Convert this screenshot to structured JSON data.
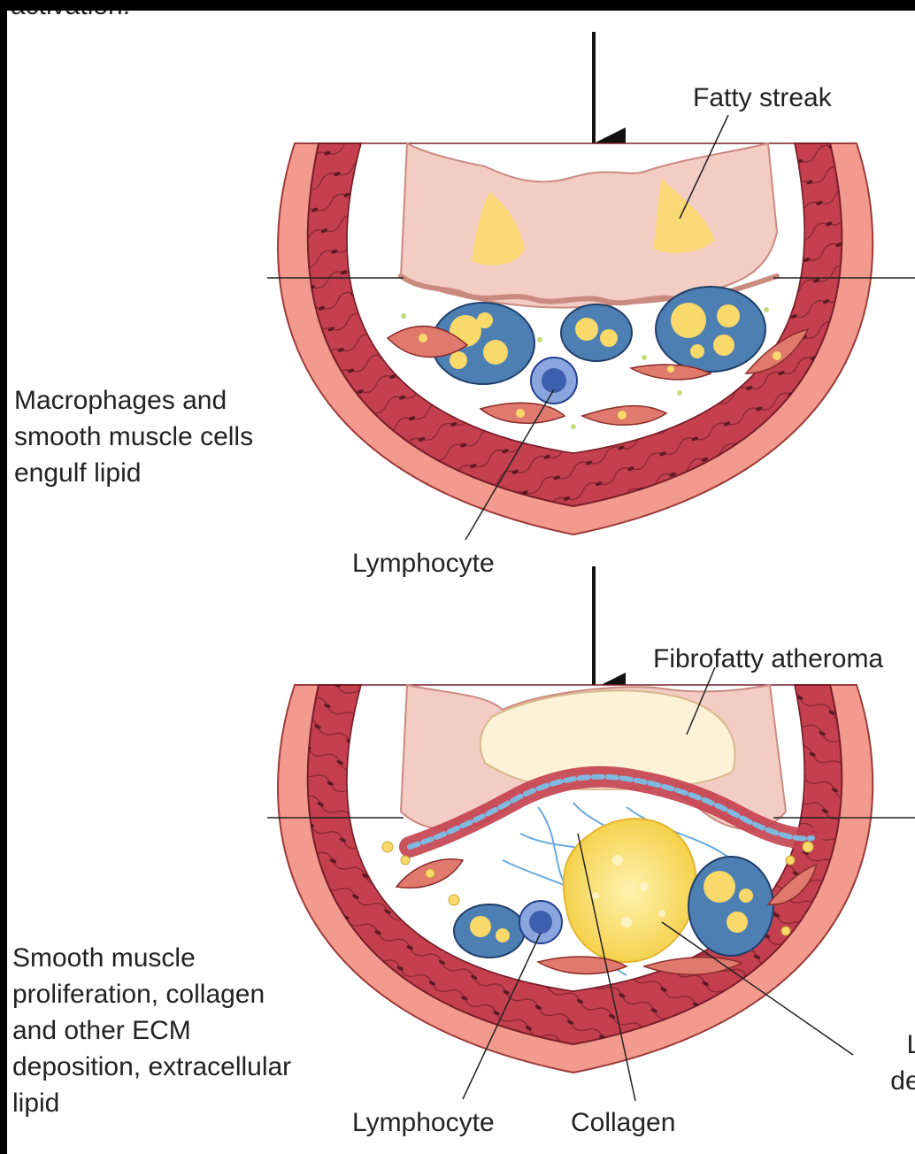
{
  "labels": {
    "top_cutoff": "activation.",
    "fatty_streak": "Fatty streak",
    "macrophages": "Macrophages and\nsmooth muscle cells\nengulf lipid",
    "lymphocyte_1": "Lymphocyte",
    "fibrofatty": "Fibrofatty atheroma",
    "smooth_muscle": "Smooth muscle\nproliferation, collagen\nand other ECM\ndeposition, extracellular\nlipid",
    "lipid_debris": "Lipid\ndebris",
    "lymphocyte_2": "Lymphocyte",
    "collagen": "Collagen"
  },
  "colors": {
    "media": "#c4404f",
    "adventitia": "#f29a8d",
    "intima": "#f3ccc4",
    "fat": "#f8d96a",
    "macrophage": "#4d7fb3",
    "lymphocyte": "#3d5fae",
    "collagen": "#7fb8e0"
  }
}
